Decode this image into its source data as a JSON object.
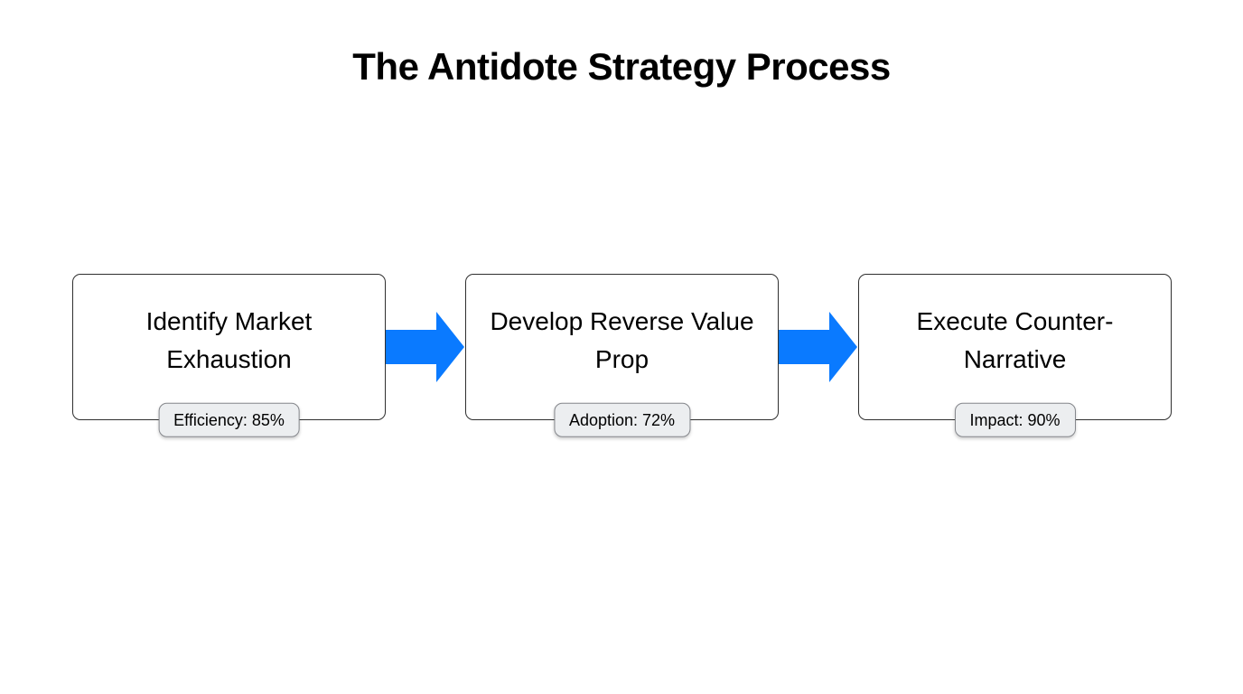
{
  "title": "The Antidote Strategy Process",
  "steps": [
    {
      "label": "Identify Market Exhaustion",
      "badge": "Efficiency: 85%"
    },
    {
      "label": "Develop Reverse Value Prop",
      "badge": "Adoption: 72%"
    },
    {
      "label": "Execute Counter-Narrative",
      "badge": "Impact: 90%"
    }
  ],
  "arrows": [
    {
      "name": "arrow-step1-to-step2",
      "direction": "right"
    },
    {
      "name": "arrow-step2-to-step3",
      "direction": "right"
    }
  ],
  "colors": {
    "arrow": "#0a7aff",
    "box_border": "#2f2f2f",
    "box_fill": "#ffffff",
    "badge_fill": "#eceef0",
    "badge_border": "#85878c",
    "text": "#000000",
    "background": "#ffffff"
  }
}
